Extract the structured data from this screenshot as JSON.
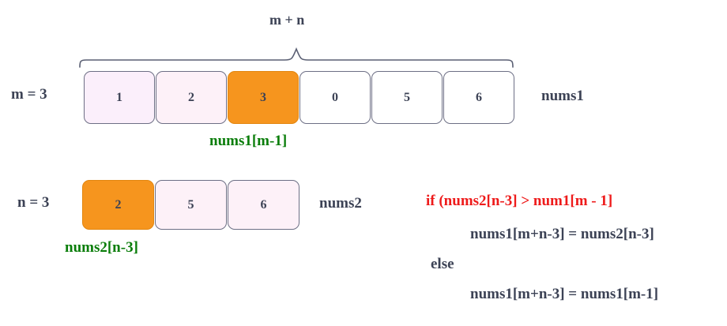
{
  "diagram": {
    "title_top": "m + n",
    "rows": [
      {
        "id": "nums1",
        "left_label": "m = 3",
        "right_label": "nums1",
        "pointer_label": "nums1[m-1]",
        "cells": [
          {
            "value": "1",
            "fill": "lavender"
          },
          {
            "value": "2",
            "fill": "pink"
          },
          {
            "value": "3",
            "fill": "orange"
          },
          {
            "value": "0",
            "fill": "white"
          },
          {
            "value": "5",
            "fill": "white"
          },
          {
            "value": "6",
            "fill": "white"
          }
        ]
      },
      {
        "id": "nums2",
        "left_label": "n = 3",
        "right_label": "nums2",
        "pointer_label": "nums2[n-3]",
        "cells": [
          {
            "value": "2",
            "fill": "orange"
          },
          {
            "value": "5",
            "fill": "pink"
          },
          {
            "value": "6",
            "fill": "pink"
          }
        ]
      }
    ],
    "code": {
      "line_if": "if (nums2[n-3] > num1[m - 1]",
      "line_then": "nums1[m+n-3] = nums2[n-3]",
      "line_else": "else",
      "line_else_body": "nums1[m+n-3] = nums1[m-1]"
    },
    "colors": {
      "highlight": "#f6951e",
      "pointer_text": "#0a7d0a",
      "condition_text": "#ee1b1b",
      "body_text": "#3c4255",
      "cell_border": "#6d6f85"
    }
  }
}
